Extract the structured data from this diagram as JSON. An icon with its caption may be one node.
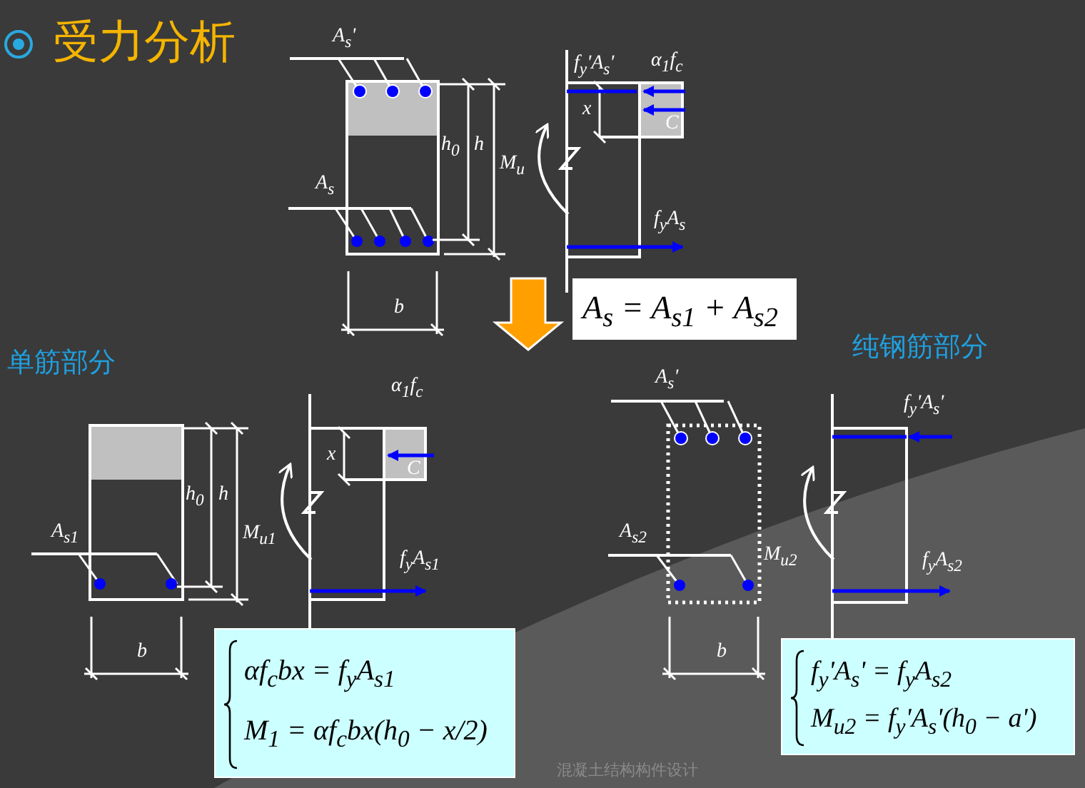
{
  "diagram": {
    "title": "受力分析",
    "nodes": [
      {
        "text": [
          "A$_{s}$ = A$_{s1}$ + A$_{s2}$"
        ]
      },
      {
        "text": [
          "αf$_{c}$bx = f$_{y}$A$_{s1}$",
          "M$_{1}$ = αf$_{c}$bx(h$_{0}$ − x/2)"
        ]
      },
      {
        "text": [
          "f$_{y}$'A$_{s}$' = f$_{y}$A$_{s2}$",
          "M$_{u2}$ = f$_{y}$'A$_{s}$'(h$_{0}$ − a')"
        ]
      }
    ],
    "labels": [
      "A$_{s}$'",
      "α$_{1}$f$_{c}$",
      "f$_{y}$'A$_{s}$'",
      "x",
      "C",
      "h$_{0}$",
      "h",
      "M$_{u}$",
      "A$_{s}$",
      "f$_{y}$A$_{s}$",
      "b",
      "单筋部分",
      "纯钢筋部分",
      "α$_{1}$f$_{c}$",
      "x",
      "C",
      "h$_{0}$",
      "h",
      "A$_{s1}$",
      "M$_{u1}$",
      "f$_{y}$A$_{s1}$",
      "b",
      "A$_{s}$'",
      "f$_{y}$'A$_{s}$'",
      "A$_{s2}$",
      "M$_{u2}$",
      "f$_{y}$A$_{s2}$",
      "b",
      "混凝土结构构件设计"
    ]
  }
}
